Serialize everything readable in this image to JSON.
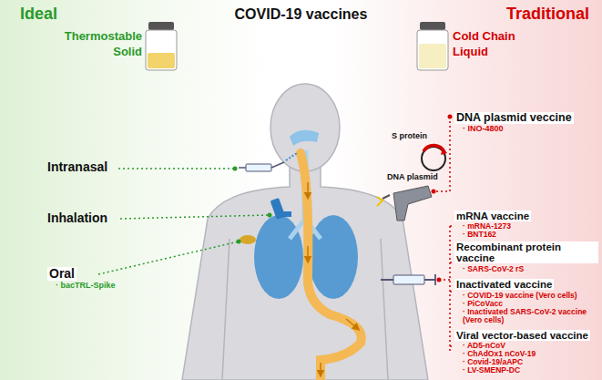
{
  "diagram": {
    "title": "COVID-19 vaccines",
    "nodes": [
      {
        "text": [
          "Oral",
          "· bacTRL-Spike"
        ]
      },
      {
        "text": [
          "DNA plasmid veccine",
          "· INO-4800"
        ]
      },
      {
        "text": [
          "mRNA vaccine",
          "· mRNA-1273",
          "· BNT162"
        ]
      },
      {
        "text": [
          "Recombinant protein vaccine",
          "· SARS-CoV-2 rS"
        ]
      },
      {
        "text": [
          "Inactivated vaccine",
          "· COVID-19 vaccine (Vero cells)",
          "· PiCoVacc",
          "· Inactivated SARS-CoV-2 vaccine (Vero cells)"
        ]
      },
      {
        "text": [
          "Viral vector-based vaccine",
          "· AD5-nCoV",
          "· ChAdOx1 nCoV-19",
          "· Covid-19/aAPC",
          "· LV-SMENP-DC"
        ]
      }
    ],
    "labels": [
      "Ideal",
      "Traditional",
      "Thermostable",
      "Solid",
      "Cold Chain",
      "Liquid",
      "Intranasal",
      "Inhalation",
      "S protein",
      "DNA plasmid"
    ]
  }
}
